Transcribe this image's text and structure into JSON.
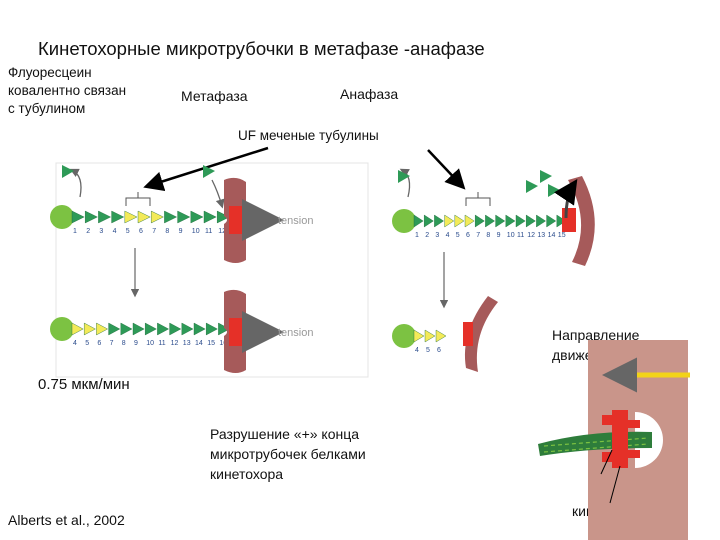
{
  "title": "Кинетохорные микротрубочки в метафазе -анафазе",
  "labels": {
    "fluorescein": "Флуоресцеин\nковалентно связан\nс тубулином",
    "metaphase": "Метафаза",
    "anaphase": "Анафаза",
    "uf_tubulin": "UF меченые тубулины",
    "direction": "Направление\nдвижения",
    "rate": "0.75 мкм/мин",
    "destruction": "Разрушение «+» конца\nмикротрубочек белками\nкинетохора",
    "kinetochore": "кинетохор",
    "reference": "Alberts et al., 2002"
  },
  "panels": {
    "tension_label": "tension",
    "meta_top_numbers": [
      "1",
      "2",
      "3",
      "4",
      "5",
      "6",
      "7",
      "8",
      "9",
      "10",
      "11",
      "12"
    ],
    "meta_bottom_numbers": [
      "4",
      "5",
      "6",
      "7",
      "8",
      "9",
      "10",
      "11",
      "12",
      "13",
      "14",
      "15",
      "16"
    ],
    "ana_top_numbers": [
      "1",
      "2",
      "3",
      "4",
      "5",
      "6",
      "7",
      "8",
      "9",
      "10",
      "11",
      "12",
      "13",
      "14",
      "15"
    ],
    "ana_bottom_numbers": [
      "4",
      "5",
      "6"
    ]
  },
  "colors": {
    "green_end": "#7cc242",
    "green_subunit": "#2e9a57",
    "yellow_subunit": "#f3ea58",
    "chromosome": "#a65a5a",
    "kinetochore_red": "#e53028",
    "panel_bg": "#c9958a",
    "arrow_yellow": "#f2d318"
  }
}
